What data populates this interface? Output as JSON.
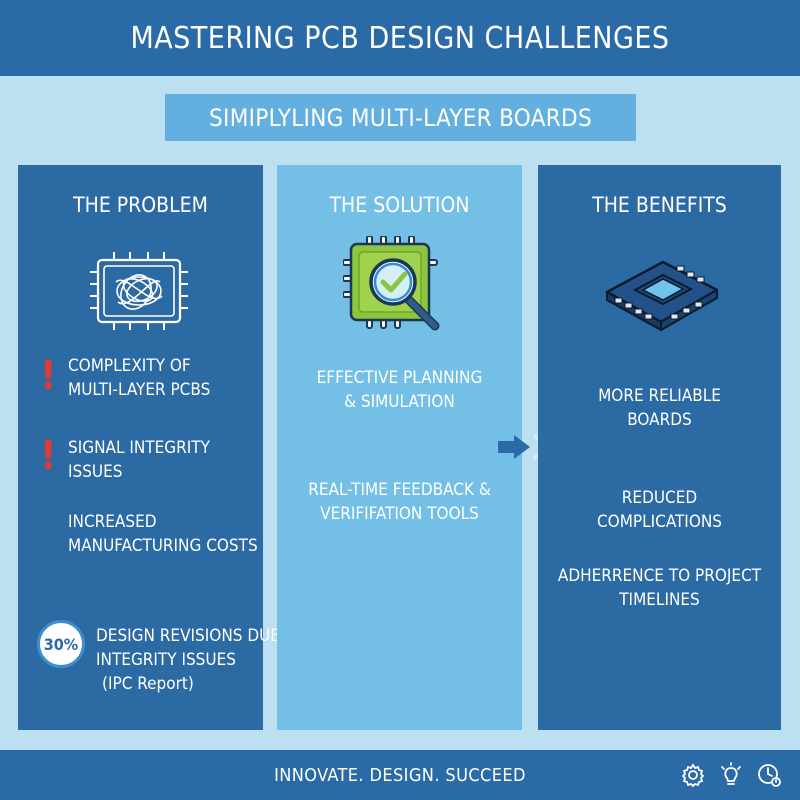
{
  "header": {
    "title": "MASTERING PCB DESIGN CHALLENGES"
  },
  "subtitle": "SIMIPLYLING MULTI-LAYER BOARDS",
  "problem": {
    "title": "THE PROBLEM",
    "icon": "tangled-circuit-icon",
    "items": [
      {
        "text_line1": "COMPLEXITY OF",
        "text_line2": "MULTI-LAYER PCBS",
        "icon": "exclamation-icon"
      },
      {
        "text_line1": "SIGNAL INTEGRITY",
        "text_line2": "ISSUES",
        "icon": "exclamation-icon"
      },
      {
        "text_line1": "INCREASED",
        "text_line2": "MANUFACTURING COSTS"
      }
    ],
    "stat": {
      "value": "30%",
      "text_line1": "DESIGN REVISIONS DUE",
      "text_line2": "INTEGRITY ISSUES",
      "source": "(IPC Report)"
    }
  },
  "solution": {
    "title": "THE SOLUTION",
    "icon": "chip-magnifier-check-icon",
    "items": [
      {
        "text_line1": "EFFECTIVE PLANNING",
        "text_line2": "& SIMULATION"
      },
      {
        "text_line1": "REAL-TIME FEEDBACK &",
        "text_line2": "VERIFIFATION TOOLS"
      }
    ]
  },
  "benefits": {
    "title": "THE BENEFITS",
    "icon": "circuit-board-icon",
    "items": [
      {
        "text_line1": "MORE RELIABLE",
        "text_line2": "BOARDS"
      },
      {
        "text_line1": "REDUCED",
        "text_line2": "COMPLICATIONS"
      },
      {
        "text_line1": "ADHERRENCE TO PROJECT",
        "text_line2": "TIMELINES"
      }
    ]
  },
  "footer": {
    "tagline": "INNOVATE. DESIGN. SUCCEED",
    "icons": [
      "gear-icon",
      "lightbulb-icon",
      "clock-icon"
    ]
  },
  "colors": {
    "header_bg": "#2a6aa6",
    "page_bg": "#bcdff1",
    "subtitle_bg": "#63b0e0",
    "dark_panel": "#2c6aa4",
    "light_panel": "#73bfe6",
    "alert_red": "#e23b2f",
    "chip_green": "#8cc63f"
  }
}
